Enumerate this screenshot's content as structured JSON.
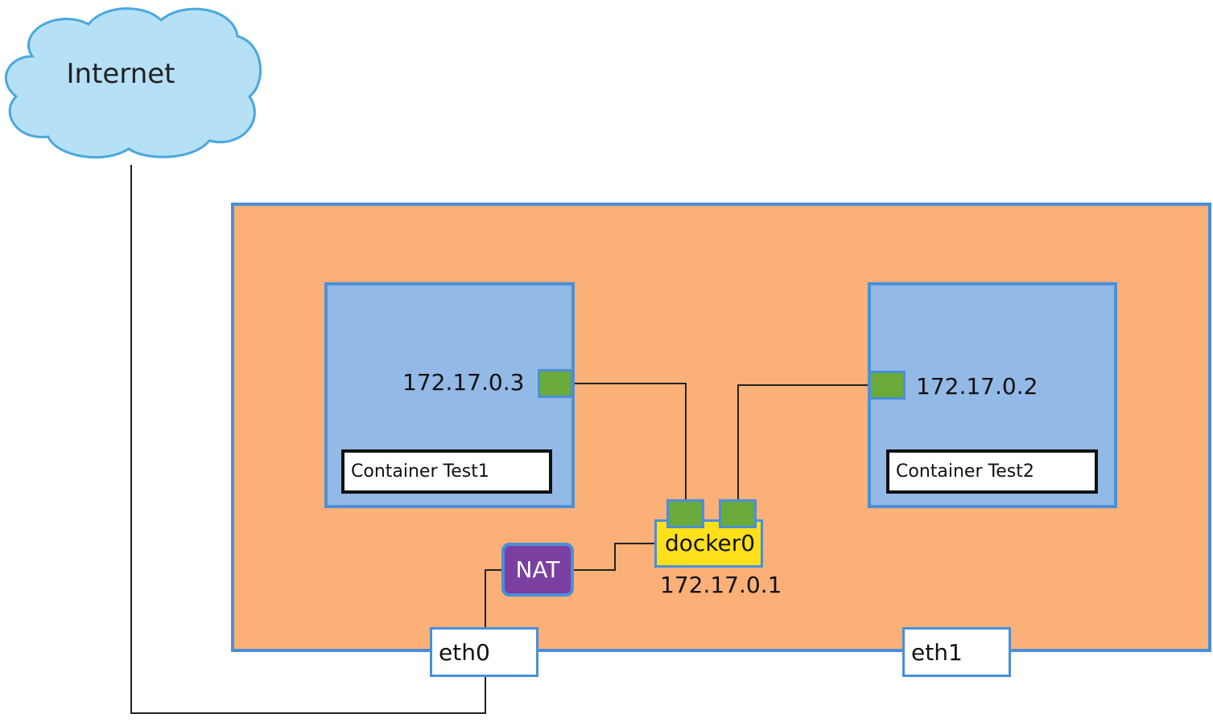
{
  "internet": {
    "label": "Internet"
  },
  "containers": [
    {
      "name": "Container Test1",
      "ip": "172.17.0.3"
    },
    {
      "name": "Container Test2",
      "ip": "172.17.0.2"
    }
  ],
  "bridge": {
    "name": "docker0",
    "ip": "172.17.0.1"
  },
  "nat": {
    "label": "NAT"
  },
  "interfaces": {
    "eth0": "eth0",
    "eth1": "eth1"
  },
  "colors": {
    "host": "#fbb078",
    "container": "#93b9e6",
    "border": "#4a8fd8",
    "port": "#6aaa3a",
    "bridge": "#ffe01a",
    "nat": "#7a3fa0",
    "cloud": "#b5e0f6"
  }
}
